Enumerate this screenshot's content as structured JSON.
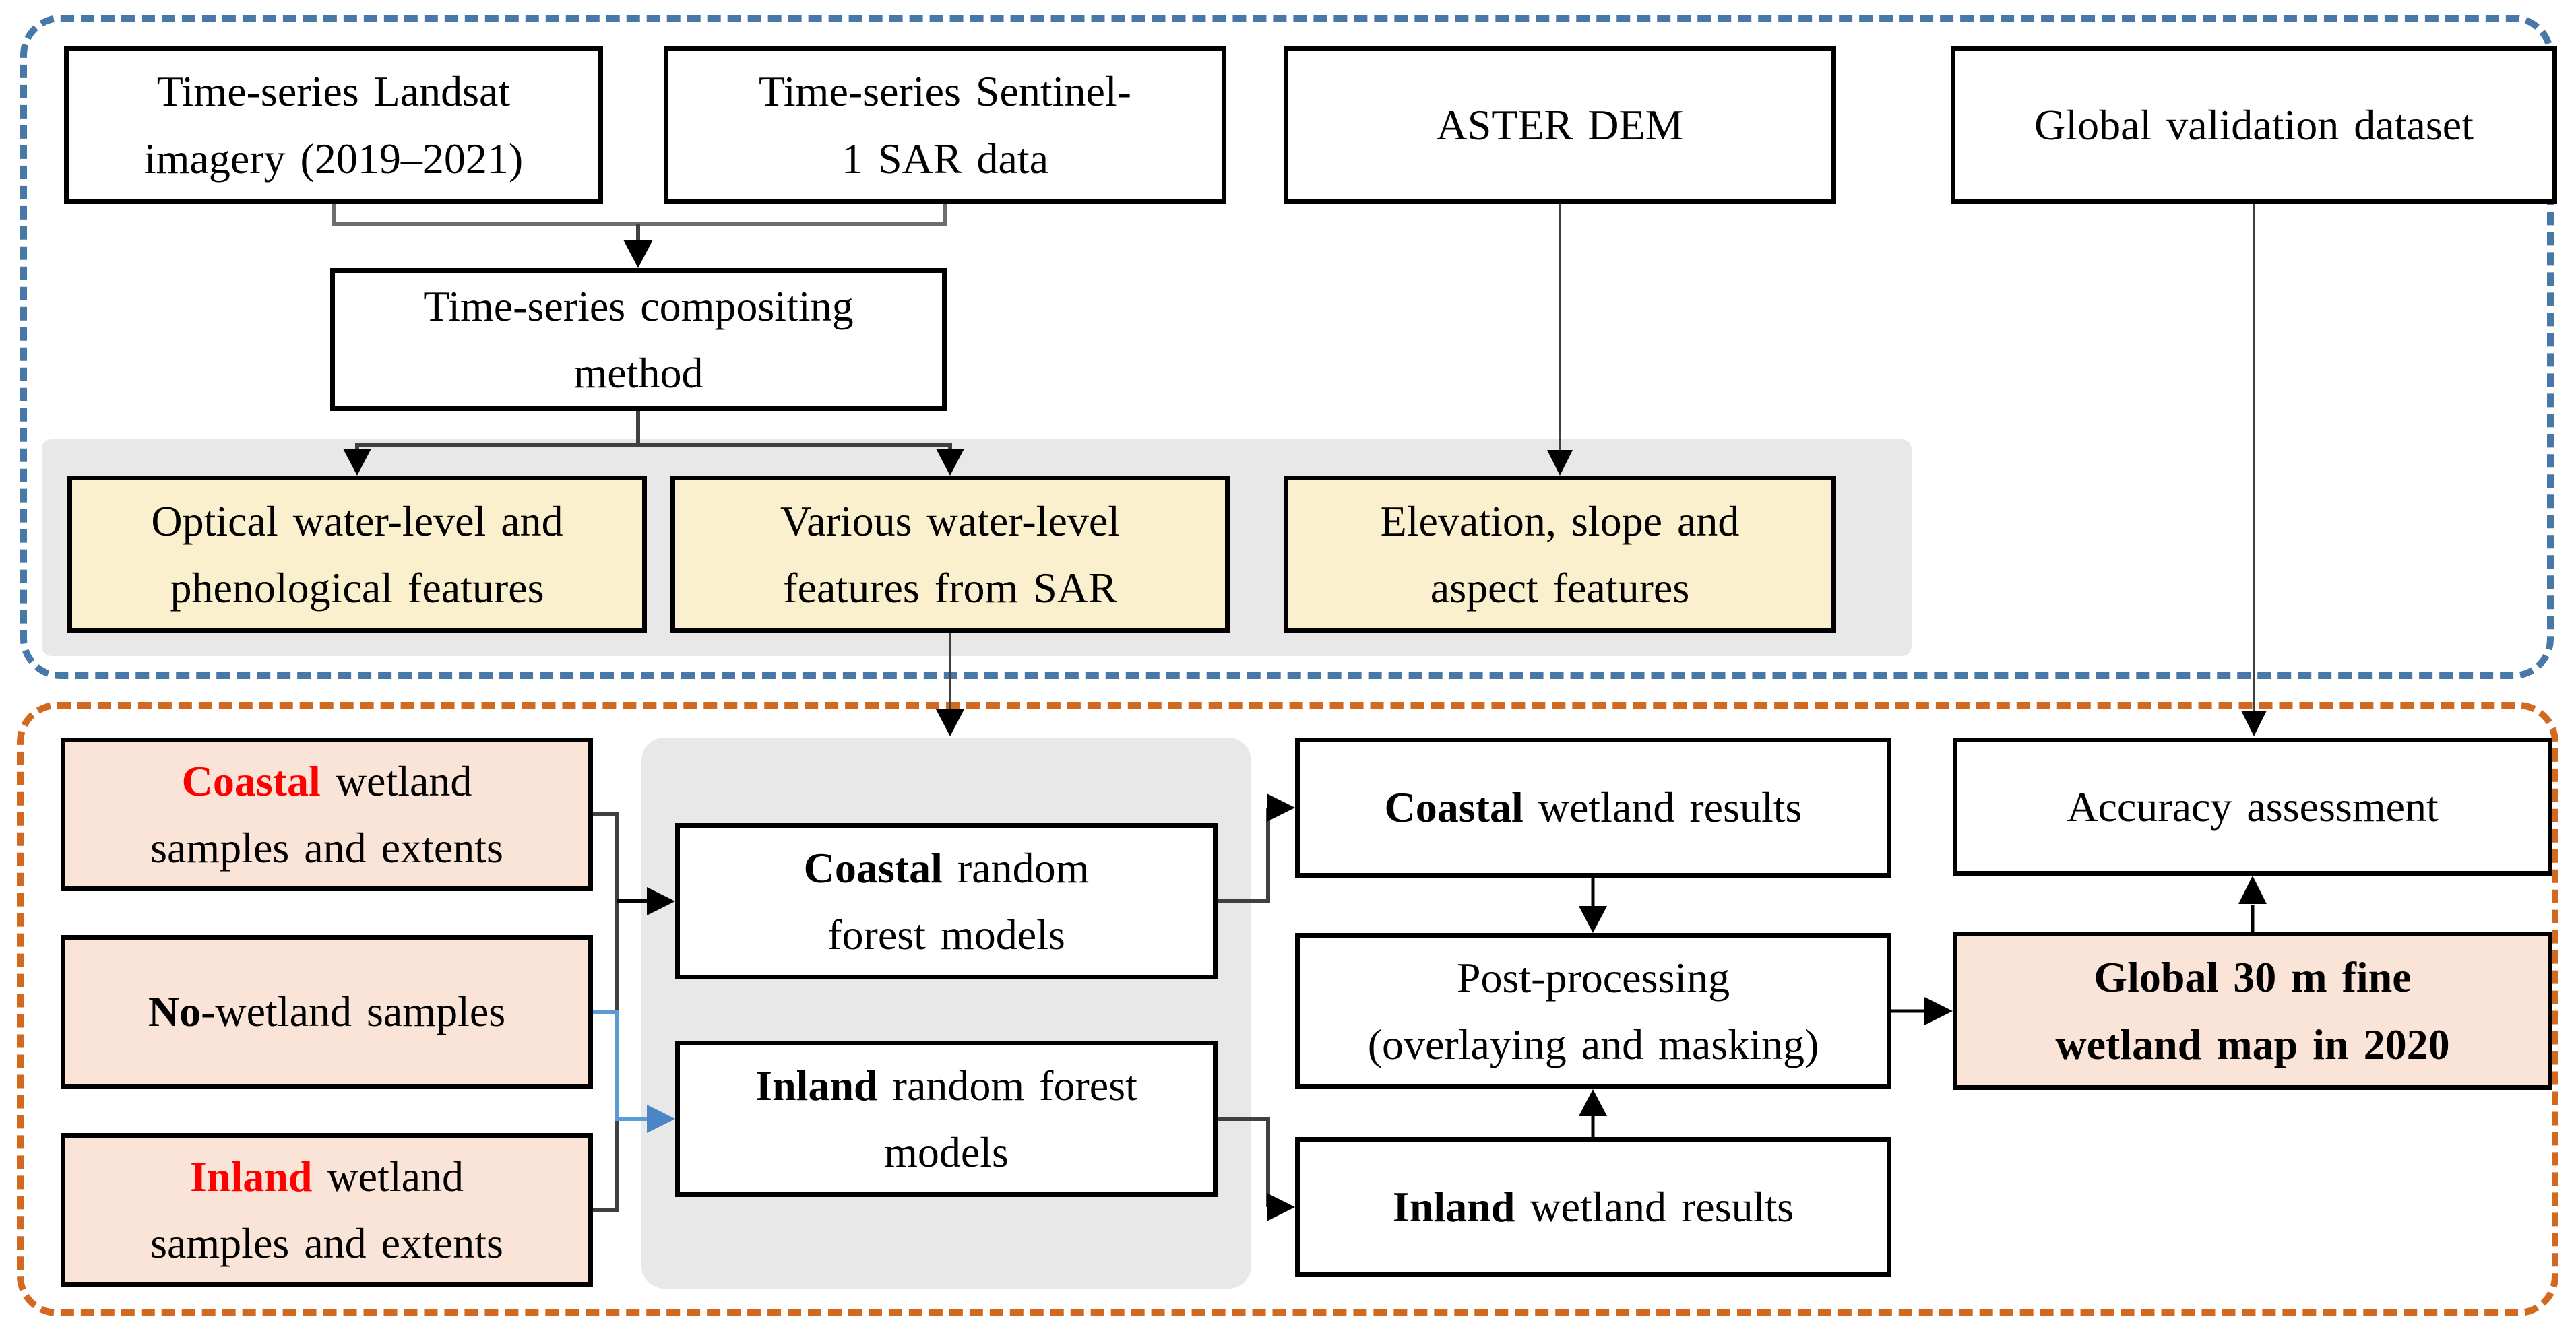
{
  "colors": {
    "blue_dashed_border": "#4878A8",
    "orange_dashed_border": "#D2691E",
    "yellow_fill": "#FBF0CE",
    "peach_fill": "#F9E4D7",
    "gray_panel": "#E9E8E8",
    "emphasis_red": "#FF0000",
    "arrow_blue": "#5B9BD5",
    "connector_dark": "#404040"
  },
  "boxes": {
    "landsat": {
      "line1": "Time-series Landsat",
      "line2": "imagery (2019–2021)"
    },
    "sentinel": {
      "line1": "Time-series Sentinel-",
      "line2": "1 SAR data"
    },
    "aster_dem": {
      "text": "ASTER DEM"
    },
    "global_validation": {
      "text": "Global validation dataset"
    },
    "compositing": {
      "line1": "Time-series compositing",
      "line2": "method"
    },
    "optical_features": {
      "line1": "Optical water-level and",
      "line2": "phenological features"
    },
    "sar_features": {
      "line1": "Various water-level",
      "line2": "features from SAR"
    },
    "terrain_features": {
      "line1": "Elevation, slope and",
      "line2": "aspect features"
    },
    "coastal_samples": {
      "em": "Coastal",
      "line1_rest": " wetland",
      "line2": "samples and extents"
    },
    "no_wetland_samples": {
      "em": "No",
      "rest": "-wetland samples"
    },
    "inland_samples": {
      "em": "Inland",
      "line1_rest": " wetland",
      "line2": "samples and extents"
    },
    "coastal_rf": {
      "em": "Coastal",
      "line1_rest": " random",
      "line2": "forest models"
    },
    "inland_rf": {
      "em": "Inland",
      "line1_rest": " random forest",
      "line2": "models"
    },
    "coastal_results": {
      "em": "Coastal",
      "rest": " wetland results"
    },
    "post_processing": {
      "line1": "Post-processing",
      "line2": "(overlaying and masking)"
    },
    "inland_results": {
      "em": "Inland",
      "rest": " wetland results"
    },
    "accuracy": {
      "text": "Accuracy assessment"
    },
    "global_map": {
      "line1": "Global 30 m fine",
      "line2": "wetland map in 2020"
    }
  }
}
